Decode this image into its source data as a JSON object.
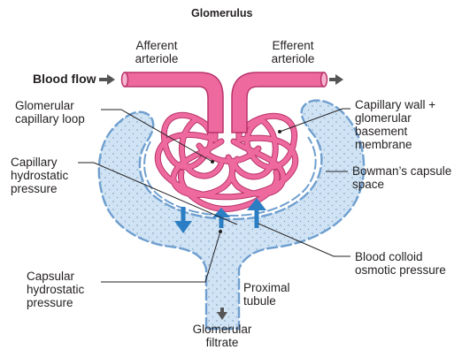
{
  "title": "Glomerulus",
  "labels": {
    "afferent": "Afferent\narteriole",
    "efferent": "Efferent\narteriole",
    "blood_flow": "Blood flow",
    "glomerular_loop": "Glomerular\ncapillary loop",
    "capillary_hp": "Capillary\nhydrostatic\npressure",
    "capsular_hp": "Capsular\nhydrostatic\npressure",
    "capillary_wall": "Capillary wall +\nglomerular\nbasement\nmembrane",
    "bowmans_space": "Bowman’s capsule\nspace",
    "colloid": "Blood colloid\nosmotic pressure",
    "proximal": "Proximal\ntubule",
    "filtrate": "Glomerular\nfiltrate"
  },
  "colors": {
    "capillary": "#ee6a9e",
    "capillary_edge": "#b8336a",
    "capsule_fill": "#cfe3f4",
    "capsule_edge": "#6f9fcf",
    "pressure_arrow": "#2b7ec3",
    "flow_arrow": "#555555"
  }
}
